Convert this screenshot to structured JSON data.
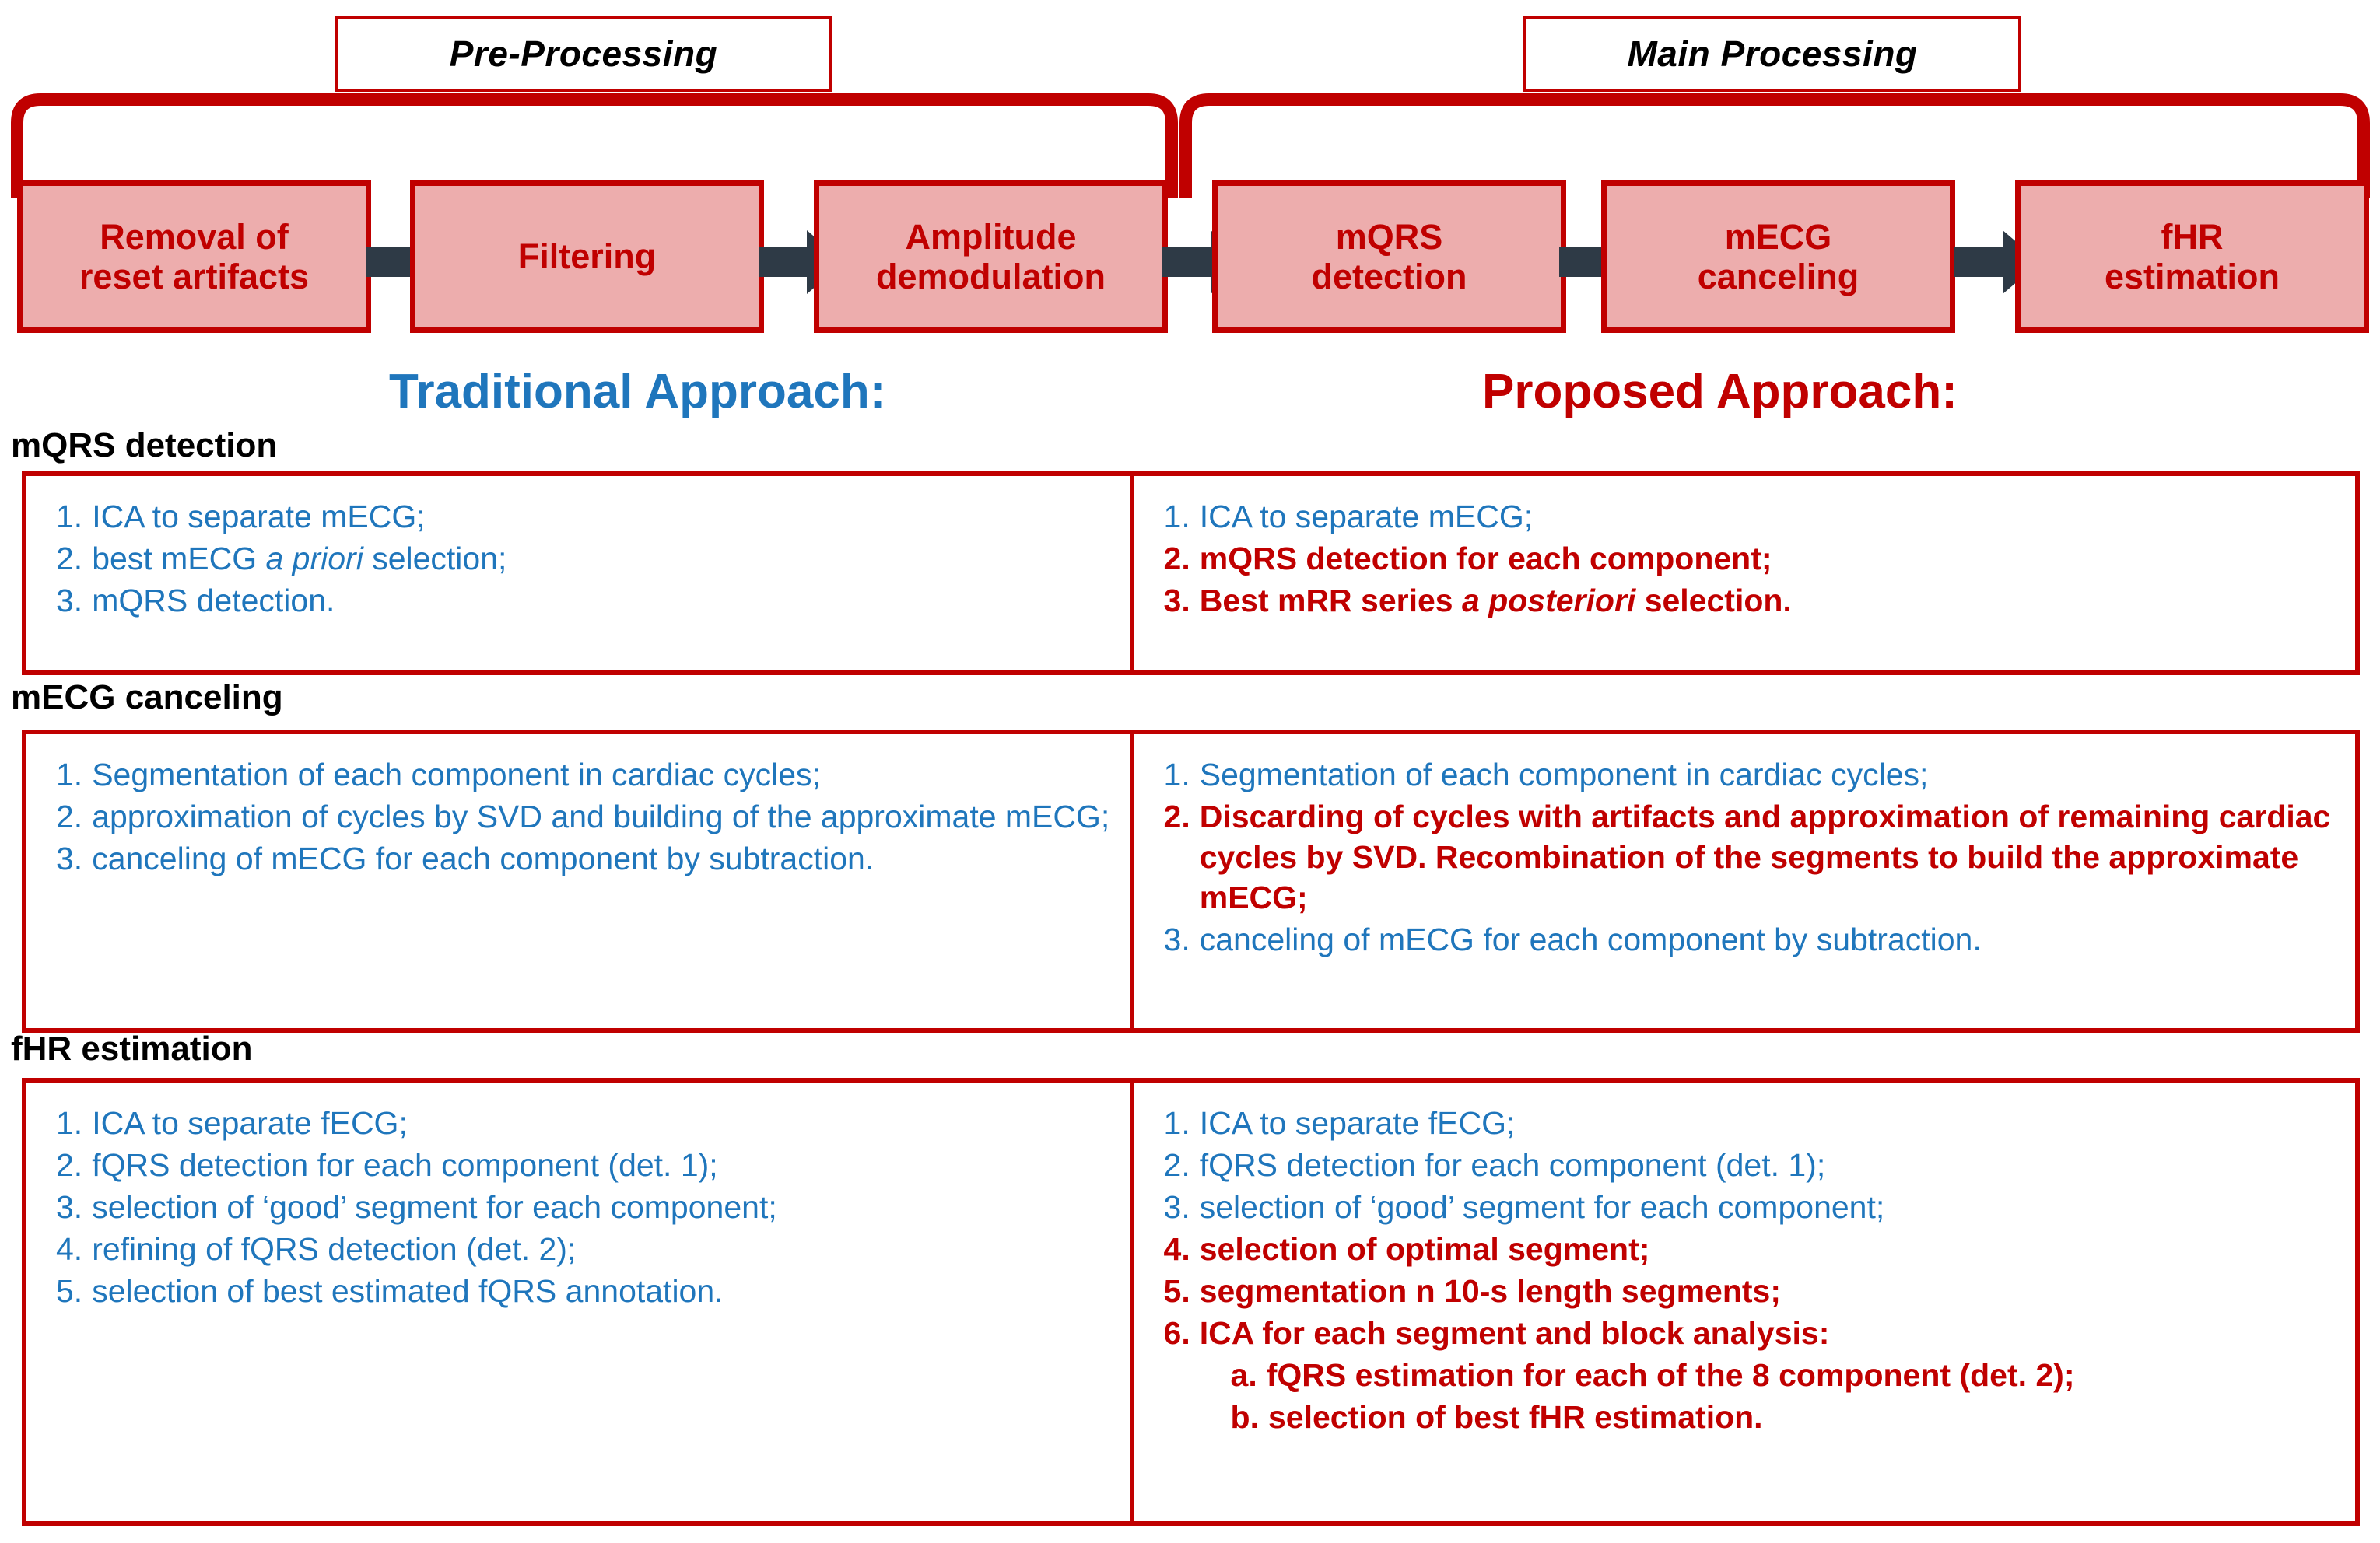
{
  "phases": [
    {
      "label": "Pre-Processing"
    },
    {
      "label": "Main Processing"
    }
  ],
  "flow": {
    "boxes": [
      {
        "line1": "Removal of",
        "line2": "reset artifacts"
      },
      {
        "line1": "Filtering",
        "line2": ""
      },
      {
        "line1": "Amplitude",
        "line2": "demodulation"
      },
      {
        "line1": "mQRS",
        "line2": "detection"
      },
      {
        "line1": "mECG",
        "line2": "canceling"
      },
      {
        "line1": "fHR",
        "line2": "estimation"
      }
    ],
    "arrow_name": "right-arrow-icon"
  },
  "approaches": {
    "traditional": "Traditional Approach:",
    "proposed": "Proposed Approach:"
  },
  "colors": {
    "brand_red": "#C00000",
    "box_fill": "#EDADAD",
    "traditional_blue": "#1F76BC",
    "arrow_dark": "#2E3A46"
  },
  "sections": [
    {
      "label": "mQRS detection",
      "traditional": [
        {
          "num": "1.",
          "text": "ICA to separate mECG;",
          "highlight": false
        },
        {
          "num": "2.",
          "text": " best mECG <em>a priori</em> selection;",
          "highlight": false
        },
        {
          "num": "3.",
          "text": "mQRS detection.",
          "highlight": false
        }
      ],
      "proposed": [
        {
          "num": "1.",
          "text": "ICA to separate mECG;",
          "highlight": false
        },
        {
          "num": "2.",
          "text": " mQRS detection for each component;",
          "highlight": true
        },
        {
          "num": "3.",
          "text": "Best mRR series <em>a posteriori</em> selection.",
          "highlight": true
        }
      ]
    },
    {
      "label": "mECG canceling",
      "traditional": [
        {
          "num": "1.",
          "text": "Segmentation of each component in cardiac cycles;",
          "highlight": false
        },
        {
          "num": "2.",
          "text": "approximation of cycles by SVD and building of the approximate mECG;",
          "highlight": false,
          "wrap": true
        },
        {
          "num": "3.",
          "text": " canceling of mECG for each component by subtraction.",
          "highlight": false,
          "wrap": true
        }
      ],
      "proposed": [
        {
          "num": "1.",
          "text": "Segmentation of each component in cardiac cycles;",
          "highlight": false
        },
        {
          "num": "2.",
          "text": "Discarding of cycles with artifacts and approximation of remaining cardiac cycles by SVD. Recombination of the segments to build the approximate mECG;",
          "highlight": true,
          "wrap": true
        },
        {
          "num": "3.",
          "text": "canceling of mECG for each component by subtraction.",
          "highlight": false
        }
      ]
    },
    {
      "label": "fHR estimation",
      "traditional": [
        {
          "num": "1.",
          "text": " ICA to separate fECG;",
          "highlight": false
        },
        {
          "num": "2.",
          "text": "fQRS detection for each component (det. 1);",
          "highlight": false
        },
        {
          "num": "3.",
          "text": "selection of ‘good’ segment for each component;",
          "highlight": false
        },
        {
          "num": "4.",
          "text": "refining of fQRS detection (det. 2);",
          "highlight": false
        },
        {
          "num": "5.",
          "text": "selection of best estimated fQRS annotation.",
          "highlight": false
        }
      ],
      "proposed": [
        {
          "num": "1.",
          "text": "ICA to separate fECG;",
          "highlight": false
        },
        {
          "num": "2.",
          "text": "fQRS detection for each component (det. 1);",
          "highlight": false
        },
        {
          "num": "3.",
          "text": "selection of ‘good’ segment for each component;",
          "highlight": false
        },
        {
          "num": "4.",
          "text": "selection  of optimal segment;",
          "highlight": true
        },
        {
          "num": "5.",
          "text": "segmentation n 10-s length segments;",
          "highlight": true
        },
        {
          "num": "6.",
          "text": "ICA for each segment and block analysis:",
          "highlight": true
        },
        {
          "num": "a.",
          "text": "fQRS estimation for each of the 8 component  (det. 2);",
          "highlight": true,
          "sub": true
        },
        {
          "num": "b.",
          "text": "selection of best fHR estimation.",
          "highlight": true,
          "sub": true
        }
      ]
    }
  ]
}
